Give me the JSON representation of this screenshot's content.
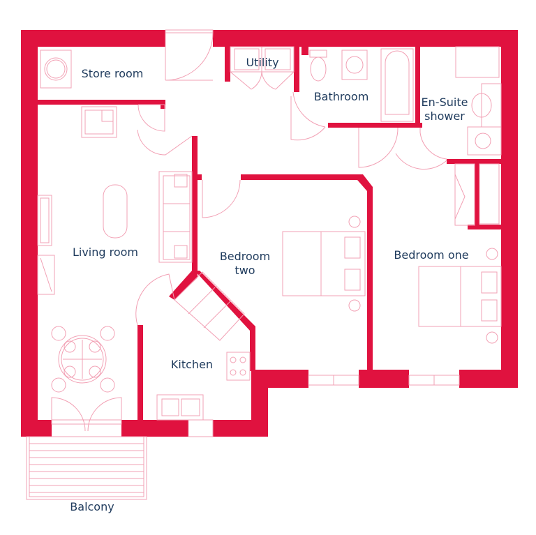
{
  "colors": {
    "wall": "#e0123f",
    "fixture": "#f2a0b4",
    "label": "#1e3a5c",
    "background": "#ffffff"
  },
  "rooms": {
    "store_room": "Store room",
    "utility": "Utility",
    "bathroom": "Bathroom",
    "en_suite_line1": "En-Suite",
    "en_suite_line2": "shower",
    "living_room": "Living room",
    "bedroom_two_line1": "Bedroom",
    "bedroom_two_line2": "two",
    "bedroom_one": "Bedroom one",
    "kitchen": "Kitchen",
    "balcony": "Balcony"
  }
}
